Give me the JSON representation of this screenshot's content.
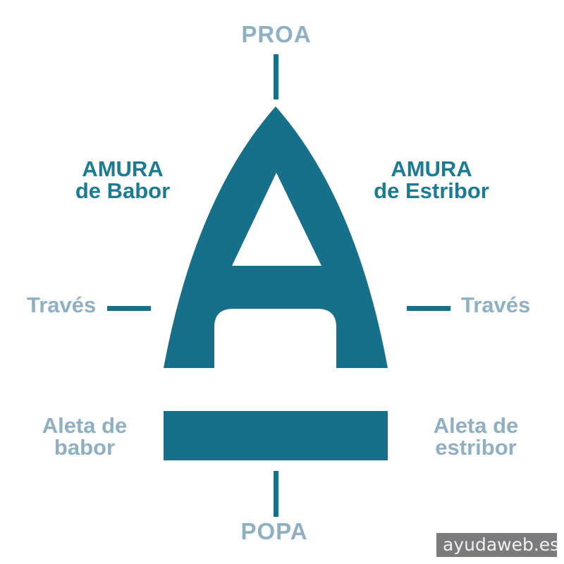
{
  "colors": {
    "teal": "#17708a",
    "teal-text": "#1b7b93",
    "slate": "#8fb0c3",
    "watermark-bg": "#7b7b7d",
    "watermark-text": "#f0f0f0",
    "background": "#ffffff"
  },
  "labels": {
    "proa": "PROA",
    "popa": "POPA",
    "amura_babor": {
      "line1": "AMURA",
      "line2": "de Babor"
    },
    "amura_estribor": {
      "line1": "AMURA",
      "line2": "de Estribor"
    },
    "traves_left": "Través",
    "traves_right": "Través",
    "aleta_babor": {
      "line1": "Aleta de",
      "line2": "babor"
    },
    "aleta_estribor": {
      "line1": "Aleta de",
      "line2": "estribor"
    }
  },
  "shape": {
    "name": "boat-hull-letter-A"
  },
  "watermark": {
    "text": "ayudaweb.es"
  }
}
